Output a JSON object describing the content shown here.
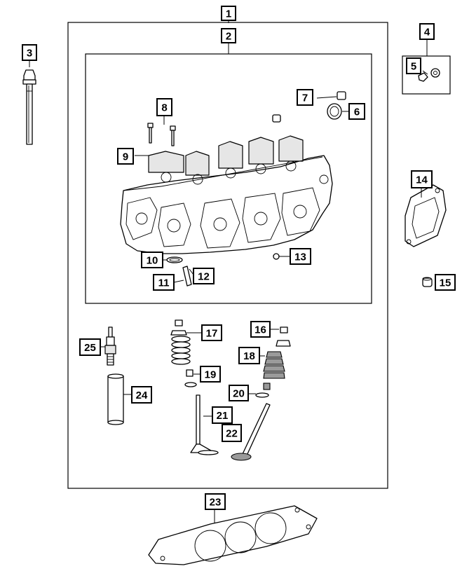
{
  "callouts": {
    "c1": "1",
    "c2": "2",
    "c3": "3",
    "c4": "4",
    "c5": "5",
    "c6": "6",
    "c7": "7",
    "c8": "8",
    "c9": "9",
    "c10": "10",
    "c11": "11",
    "c12": "12",
    "c13": "13",
    "c14": "14",
    "c15": "15",
    "c16": "16",
    "c17": "17",
    "c18": "18",
    "c19": "19",
    "c20": "20",
    "c21": "21",
    "c22": "22",
    "c23": "23",
    "c24": "24",
    "c25": "25"
  },
  "colors": {
    "line": "#000000",
    "background": "#ffffff",
    "shade": "#9a9a9a"
  }
}
